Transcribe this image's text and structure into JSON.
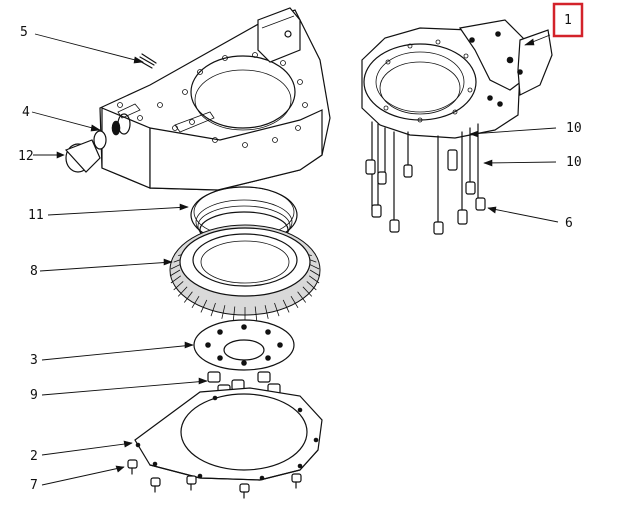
{
  "diagram": {
    "callouts": [
      {
        "id": "c1",
        "label": "1",
        "highlighted": true
      },
      {
        "id": "c2",
        "label": "2"
      },
      {
        "id": "c3",
        "label": "3"
      },
      {
        "id": "c4",
        "label": "4"
      },
      {
        "id": "c5",
        "label": "5"
      },
      {
        "id": "c6",
        "label": "6"
      },
      {
        "id": "c7",
        "label": "7"
      },
      {
        "id": "c8",
        "label": "8"
      },
      {
        "id": "c9",
        "label": "9"
      },
      {
        "id": "c10a",
        "label": "10"
      },
      {
        "id": "c10b",
        "label": "10"
      },
      {
        "id": "c11",
        "label": "11"
      },
      {
        "id": "c12",
        "label": "12"
      }
    ],
    "colors": {
      "ink": "#111111",
      "highlight": "#d3222a",
      "background": "#ffffff"
    }
  }
}
